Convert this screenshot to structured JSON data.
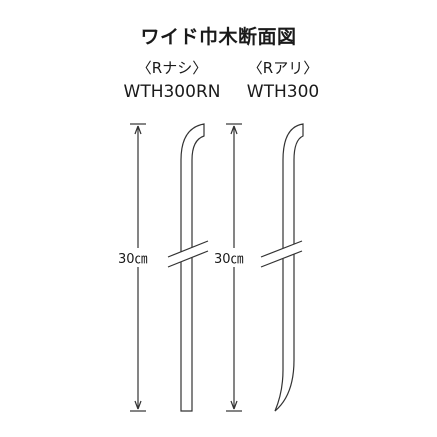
{
  "title": "ワイド巾木断面図",
  "products": [
    {
      "variant": "〈Rナシ〉",
      "code": "WTH300RN",
      "height_label": "30㎝"
    },
    {
      "variant": "〈Rアリ〉",
      "code": "WTH300",
      "height_label": "30㎝"
    }
  ],
  "colors": {
    "line": "#333333",
    "text": "#1a1a1a",
    "background": "#ffffff"
  }
}
